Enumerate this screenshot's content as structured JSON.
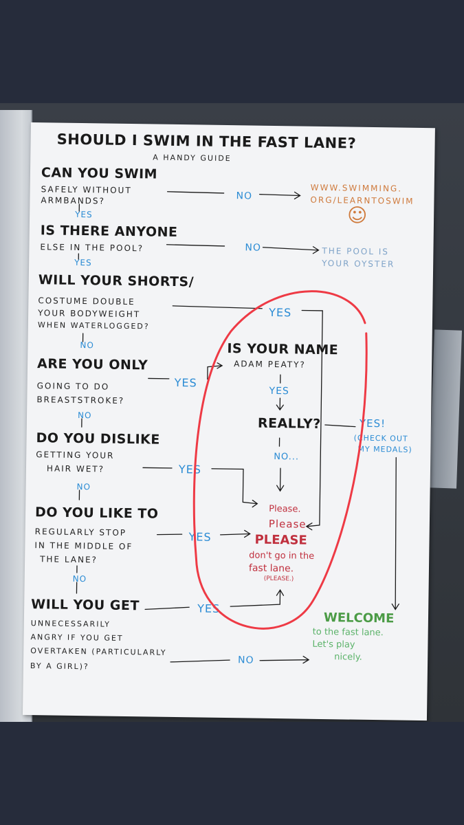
{
  "title": "SHOULD I SWIM IN THE FAST LANE?",
  "subtitle": "A HANDY GUIDE",
  "questions": [
    {
      "heading": "CAN YOU SWIM",
      "lines": [
        "SAFELY WITHOUT",
        "ARMBANDS?"
      ]
    },
    {
      "heading": "IS THERE ANYONE",
      "lines": [
        "ELSE IN THE POOL?"
      ]
    },
    {
      "heading": "WILL YOUR SHORTS/",
      "lines": [
        "COSTUME DOUBLE",
        "YOUR BODYWEIGHT",
        "WHEN WATERLOGGED?"
      ]
    },
    {
      "heading": "ARE YOU ONLY",
      "lines": [
        "GOING TO DO",
        "BREASTSTROKE?"
      ]
    },
    {
      "heading": "DO YOU DISLIKE",
      "lines": [
        "GETTING YOUR",
        "HAIR WET?"
      ]
    },
    {
      "heading": "DO YOU LIKE TO",
      "lines": [
        "REGULARLY STOP",
        "IN THE MIDDLE OF",
        "THE LANE?"
      ]
    },
    {
      "heading": "WILL YOU GET",
      "lines": [
        "UNNECESSARILY",
        "ANGRY IF YOU GET",
        "OVERTAKEN (PARTICULARLY",
        "BY A GIRL)?"
      ]
    }
  ],
  "answers": {
    "yes": "YES",
    "no": "NO",
    "yes_excl": "YES!",
    "no_dots": "NO..."
  },
  "outcomes": {
    "learn_url": [
      "WWW.SWIMMING.",
      "ORG/LEARNTOSWIM"
    ],
    "smiley": "☺",
    "oyster": [
      "THE POOL IS",
      "YOUR OYSTER"
    ],
    "peaty_q": [
      "IS YOUR NAME",
      "ADAM PEATY?"
    ],
    "really": "REALLY?",
    "medals": [
      "(CHECK OUT",
      "MY MEDALS)"
    ],
    "please": [
      "Please.",
      "Please.",
      "PLEASE",
      "don't go in the",
      "fast lane.",
      "(PLEASE.)"
    ],
    "welcome": [
      "WELCOME",
      "to the fast lane.",
      "Let's play",
      "nicely."
    ]
  },
  "colors": {
    "ink": "#1a1a1a",
    "blue": "#2a8bd4",
    "orange": "#cf7a3c",
    "red_circle": "#ee3a45",
    "red_text": "#c0303e",
    "green": "#4b9b46"
  }
}
